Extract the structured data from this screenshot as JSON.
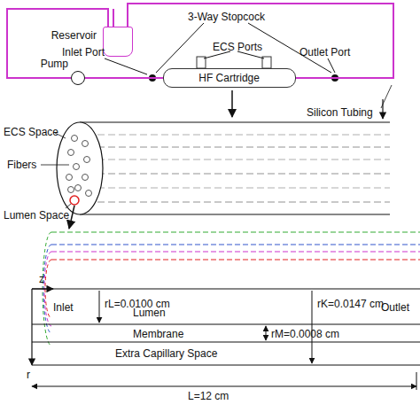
{
  "diagram": {
    "nodes": [
      {
        "text": [
          "Reservoir"
        ]
      },
      {
        "text": [
          "Pump"
        ]
      },
      {
        "text": [
          "HF Cartridge"
        ]
      }
    ],
    "edges": [
      {
        "from": 0,
        "to": 1,
        "arrow": "none"
      },
      {
        "from": 1,
        "to": 2,
        "arrow": "none"
      },
      {
        "from": 2,
        "to": 0,
        "arrow": "none"
      }
    ],
    "labels": [
      "3-Way Stopcock",
      "Inlet Port",
      "ECS Ports",
      "Outlet Port",
      "Silicon Tubing",
      "ECS Space",
      "Fibers",
      "Lumen Space",
      "z",
      "rL=0.0100 cm",
      "rK=0.0147 cm",
      "Inlet",
      "Lumen",
      "rM=0.0008 cm",
      "Outlet",
      "Membrane",
      "Extra Capillary Space",
      "r",
      "L=12 cm"
    ]
  }
}
